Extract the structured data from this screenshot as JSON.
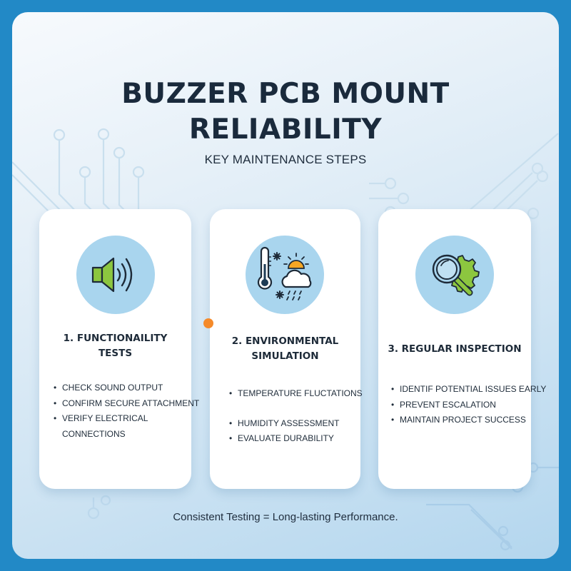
{
  "header": {
    "title_line1": "BUZZER PCB MOUNT",
    "title_line2": "RELIABILITY",
    "subtitle": "KEY MAINTENANCE STEPS"
  },
  "cards": [
    {
      "title_line1": "1. FUNCTIONAILITY",
      "title_line2": "TESTS",
      "icon": "speaker-icon",
      "bullets": [
        "CHECK SOUND OUTPUT",
        "CONFIRM SECURE ATTACHMENT",
        "VERIFY ELECTRICAL CONNECTIONS"
      ]
    },
    {
      "title_line1": "2. ENVIRONMENTAL",
      "title_line2": "SIMULATION",
      "icon": "weather-thermometer-icon",
      "bullets": [
        "TEMPERATURE FLUCTATIONS",
        "HUMIDITY ASSESSMENT",
        "EVALUATE DURABILITY"
      ]
    },
    {
      "title_line1": "3. REGULAR INSPECTION",
      "title_line2": "",
      "icon": "magnifier-gear-icon",
      "bullets": [
        "IDENTIF POTENTIAL ISSUES EARLY",
        "PREVENT ESCALATION",
        "MAINTAIN PROJECT SUCCESS"
      ]
    }
  ],
  "footer": {
    "tagline": "Consistent Testing = Long-lasting Performance."
  },
  "colors": {
    "frame": "#2289c6",
    "icon_circle": "#a9d5ee",
    "green_accent": "#8cc63f",
    "orange_accent": "#f58a2a",
    "sun": "#f5a623",
    "text_dark": "#1a2a3c"
  }
}
